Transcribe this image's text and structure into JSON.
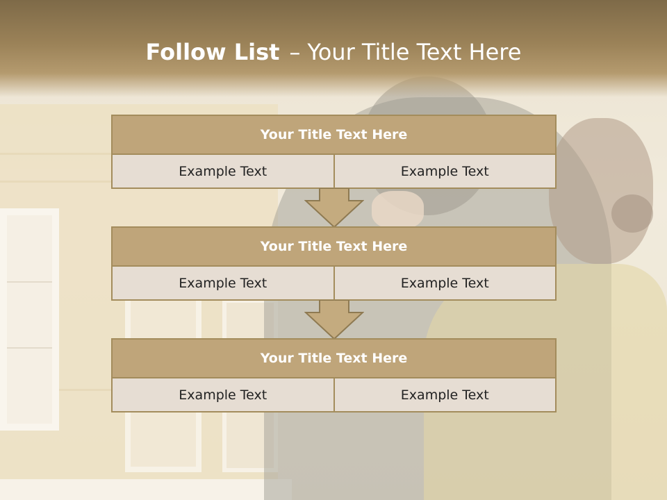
{
  "slide": {
    "title_bold": "Follow List",
    "title_sep": "–",
    "title_rest": "Your Title Text Here"
  },
  "blocks": [
    {
      "title": "Your Title Text Here",
      "left": "Example Text",
      "right": "Example Text"
    },
    {
      "title": "Your Title Text Here",
      "left": "Example Text",
      "right": "Example Text"
    },
    {
      "title": "Your Title Text Here",
      "left": "Example Text",
      "right": "Example Text"
    }
  ],
  "colors": {
    "header_dark": "#7e6a48",
    "box_header": "#bfa57a",
    "box_border": "#a38c5c",
    "box_cell": "#e6ddd3",
    "arrow_fill": "#c4ab7f"
  }
}
